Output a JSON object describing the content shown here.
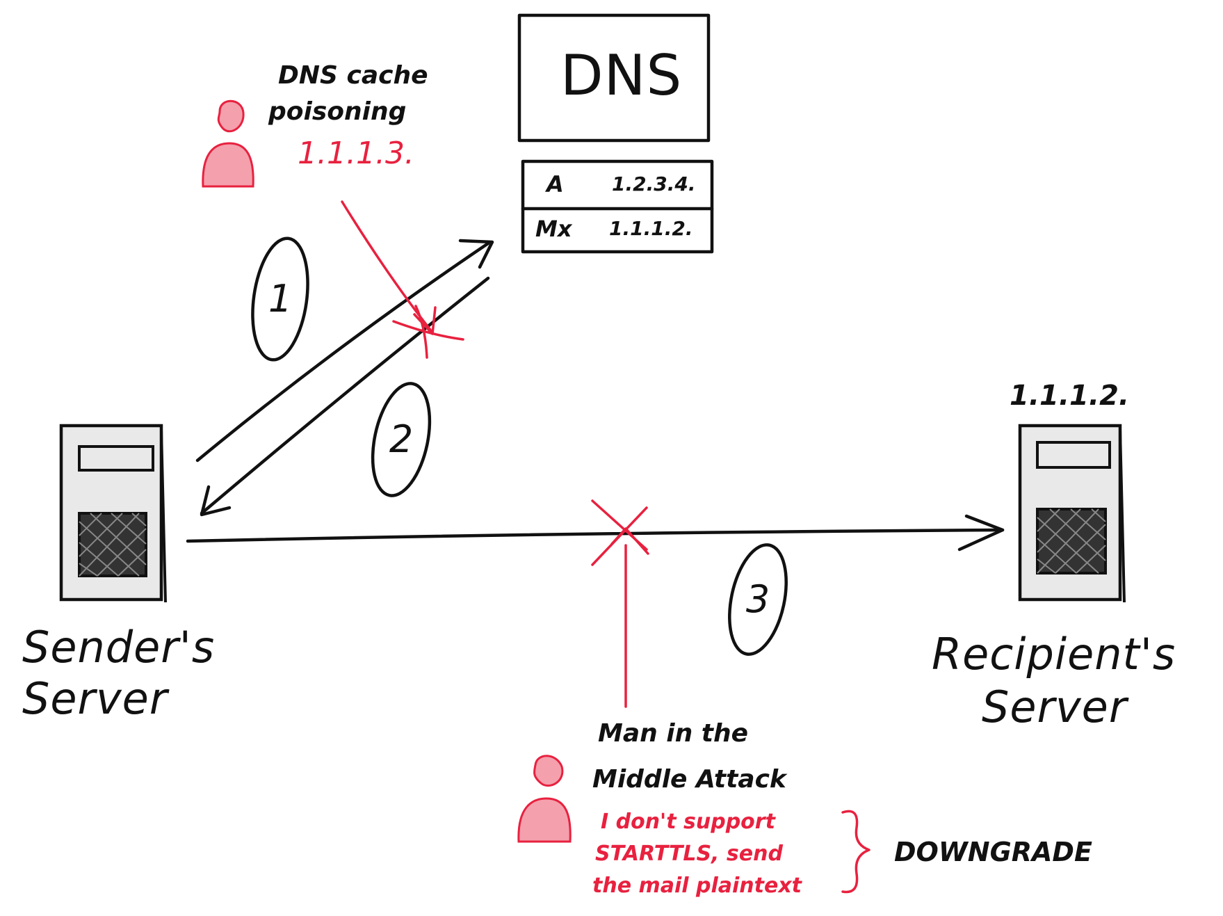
{
  "dns": {
    "title": "DNS",
    "records": [
      {
        "type": "A",
        "value": "1.2.3.4."
      },
      {
        "type": "Mx",
        "value": "1.1.1.2."
      }
    ]
  },
  "sender": {
    "line1": "Sender's",
    "line2": "Server"
  },
  "recipient": {
    "line1": "Recipient's",
    "line2": "Server",
    "ip": "1.1.1.2."
  },
  "steps": [
    "1",
    "2",
    "3"
  ],
  "attack_dns": {
    "line1": "DNS cache",
    "line2": "poisoning",
    "fake_ip": "1.1.1.3."
  },
  "attack_mitm": {
    "line1": "Man in the",
    "line2": "Middle Attack",
    "quote": [
      "I don't support",
      "STARTTLS, send",
      "the mail plaintext"
    ],
    "result": "DOWNGRADE"
  },
  "colors": {
    "ink": "#111111",
    "attacker": "#e8213f",
    "attacker_fill": "#f4a0ad",
    "server_fill": "#e9e9e9"
  }
}
